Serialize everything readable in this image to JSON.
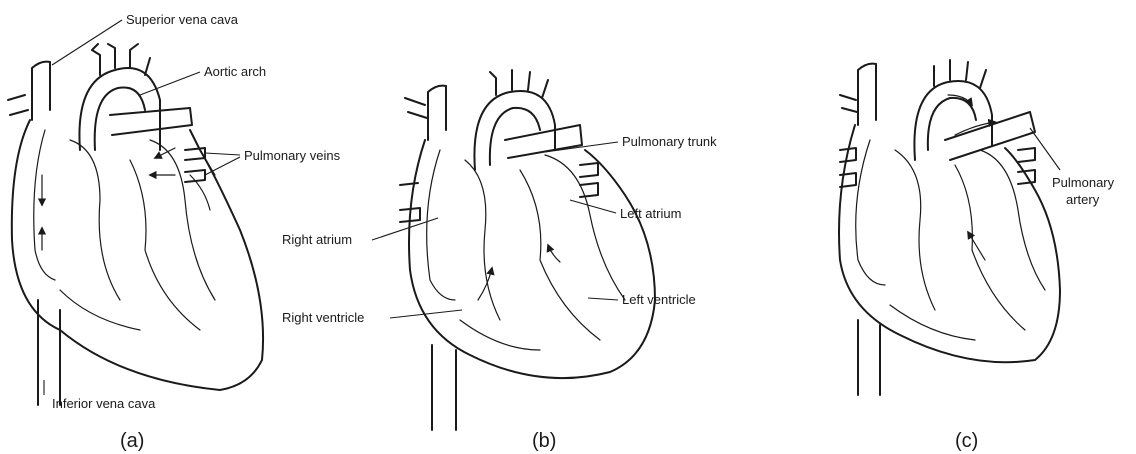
{
  "figure": {
    "panels": [
      {
        "caption": "(a)"
      },
      {
        "caption": "(b)"
      },
      {
        "caption": "(c)"
      }
    ],
    "labels": {
      "superior_vena_cava": "Superior vena cava",
      "aortic_arch": "Aortic arch",
      "pulmonary_veins": "Pulmonary veins",
      "inferior_vena_cava": "Inferior vena cava",
      "pulmonary_trunk": "Pulmonary trunk",
      "left_atrium": "Left atrium",
      "right_atrium": "Right atrium",
      "left_ventricle": "Left ventricle",
      "right_ventricle": "Right ventricle",
      "pulmonary_artery_line1": "Pulmonary",
      "pulmonary_artery_line2": "artery"
    },
    "colors": {
      "ink": "#1a1a1a",
      "background": "#ffffff"
    }
  }
}
